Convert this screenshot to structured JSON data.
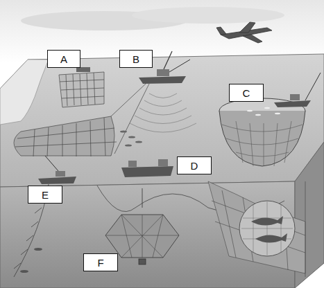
{
  "diagram": {
    "nodes": [
      {
        "text": [
          "A"
        ]
      },
      {
        "text": [
          "B"
        ]
      },
      {
        "text": [
          "C"
        ]
      },
      {
        "text": [
          "D"
        ]
      },
      {
        "text": [
          "E"
        ]
      },
      {
        "text": [
          "F"
        ]
      }
    ]
  }
}
